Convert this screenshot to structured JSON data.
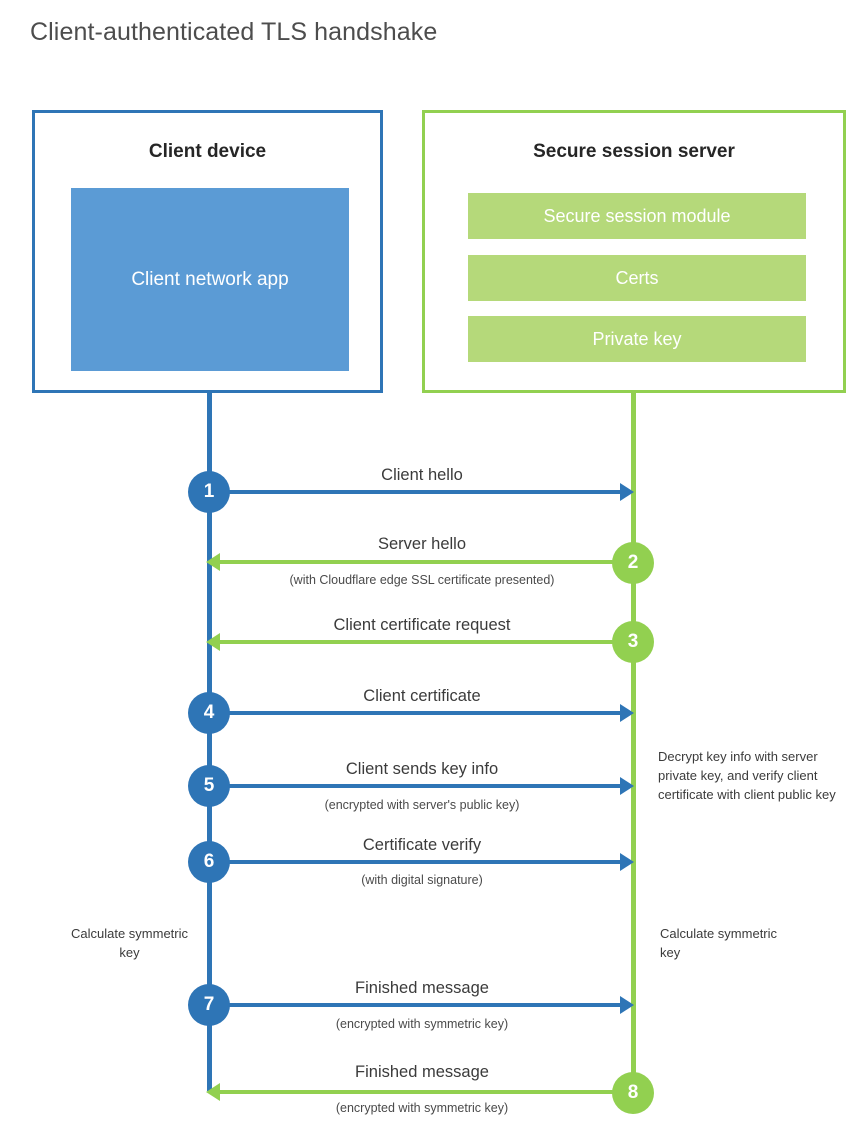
{
  "title": "Client-authenticated TLS handshake",
  "colors": {
    "blue_border": "#2e75b6",
    "blue_fill": "#5b9bd5",
    "green_border": "#92d050",
    "green_fill": "#b5d97a",
    "text": "#3b3b3b"
  },
  "parties": {
    "client": {
      "title": "Client device",
      "blocks": [
        {
          "label": "Client network app"
        }
      ]
    },
    "server": {
      "title": "Secure session server",
      "blocks": [
        {
          "label": "Secure session module"
        },
        {
          "label": "Certs"
        },
        {
          "label": "Private key"
        }
      ]
    }
  },
  "steps": [
    {
      "number": "1",
      "label": "Client hello",
      "sub": "",
      "direction": "client-to-server",
      "color": "blue"
    },
    {
      "number": "2",
      "label": "Server hello",
      "sub": "(with Cloudflare edge SSL certificate presented)",
      "direction": "server-to-client",
      "color": "green"
    },
    {
      "number": "3",
      "label": "Client certificate request",
      "sub": "",
      "direction": "server-to-client",
      "color": "green"
    },
    {
      "number": "4",
      "label": "Client certificate",
      "sub": "",
      "direction": "client-to-server",
      "color": "blue"
    },
    {
      "number": "5",
      "label": "Client sends key info",
      "sub": "(encrypted with server's public key)",
      "direction": "client-to-server",
      "color": "blue"
    },
    {
      "number": "6",
      "label": "Certificate verify",
      "sub": "(with digital signature)",
      "direction": "client-to-server",
      "color": "blue"
    },
    {
      "number": "7",
      "label": "Finished message",
      "sub": "(encrypted with symmetric key)",
      "direction": "client-to-server",
      "color": "blue"
    },
    {
      "number": "8",
      "label": "Finished message",
      "sub": "(encrypted with symmetric key)",
      "direction": "server-to-client",
      "color": "green"
    }
  ],
  "notes": {
    "server_decrypt": "Decrypt key info with server private key, and verify client certificate with client public key",
    "client_symmetric": "Calculate symmetric key",
    "server_symmetric": "Calculate symmetric key"
  }
}
